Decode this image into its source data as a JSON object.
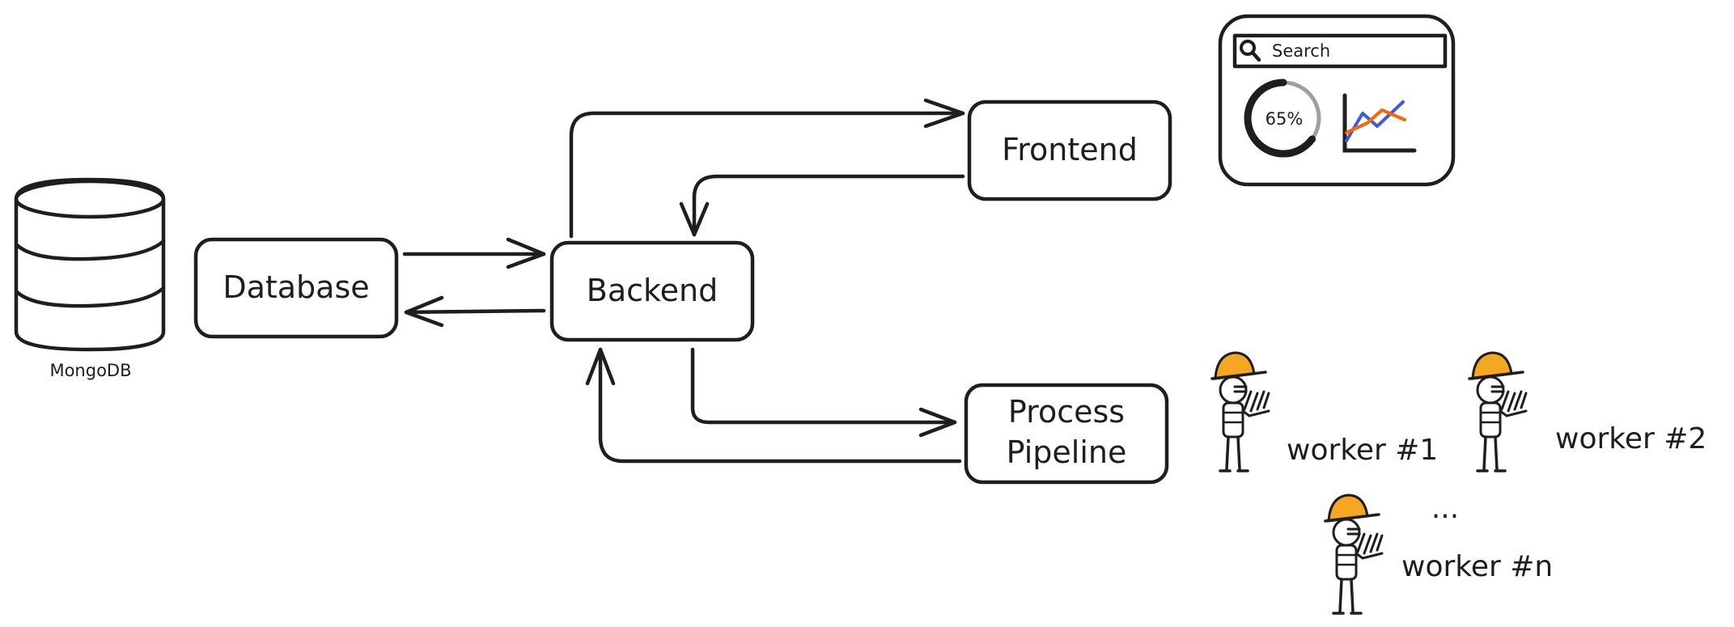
{
  "colors": {
    "ink": "#1e1e1e",
    "database_fill": "#ffec99",
    "backend_fill": "#ffc9c9",
    "frontend_fill": "#a5d8ff",
    "pipeline_fill": "#b2f2bb",
    "cylinder_fill": "#f1f1f1",
    "helmet": "#f5a623",
    "chart_blue": "#3b5bdb",
    "chart_orange": "#f76707",
    "donut_track": "#9aa0a6"
  },
  "db_icon": {
    "label": "MongoDB",
    "icon": "database-cylinder-icon"
  },
  "nodes": {
    "database": "Database",
    "backend": "Backend",
    "frontend": "Frontend",
    "pipeline_line1": "Process",
    "pipeline_line2": "Pipeline"
  },
  "ui_mock": {
    "search_placeholder": "Search",
    "progress_label": "65%",
    "progress_value": 0.65
  },
  "workers": {
    "items": [
      "worker #1",
      "worker #2",
      "worker #n"
    ],
    "ellipsis": "..."
  }
}
